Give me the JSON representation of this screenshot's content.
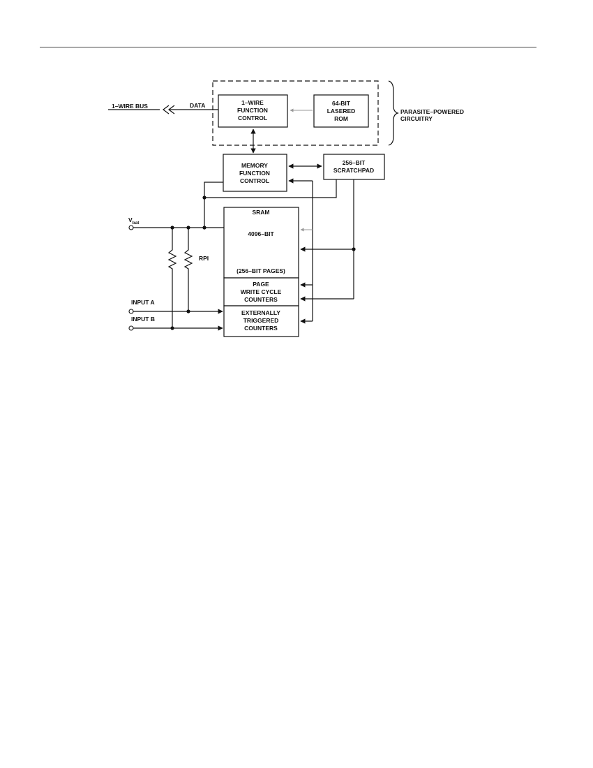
{
  "diagram": {
    "bus_label": "1–WIRE BUS",
    "data_label": "DATA",
    "wire_control": [
      "1–WIRE",
      "FUNCTION",
      "CONTROL"
    ],
    "rom": [
      "64-BIT",
      "LASERED",
      "ROM"
    ],
    "parasite": [
      "PARASITE–POWERED",
      "CIRCUITRY"
    ],
    "memory_control": [
      "MEMORY",
      "FUNCTION",
      "CONTROL"
    ],
    "scratchpad": [
      "256–BIT",
      "SCRATCHPAD"
    ],
    "sram_title": "SRAM",
    "sram_size": "4096–BIT",
    "sram_pages": "(256–BIT PAGES)",
    "page_counters": [
      "PAGE",
      "WRITE CYCLE",
      "COUNTERS"
    ],
    "ext_counters": [
      "EXTERNALLY",
      "TRIGGERED",
      "COUNTERS"
    ],
    "vbat_main": "V",
    "vbat_sub": "bat",
    "rpi_label": "RPI",
    "input_a": "INPUT A",
    "input_b": "INPUT B"
  }
}
